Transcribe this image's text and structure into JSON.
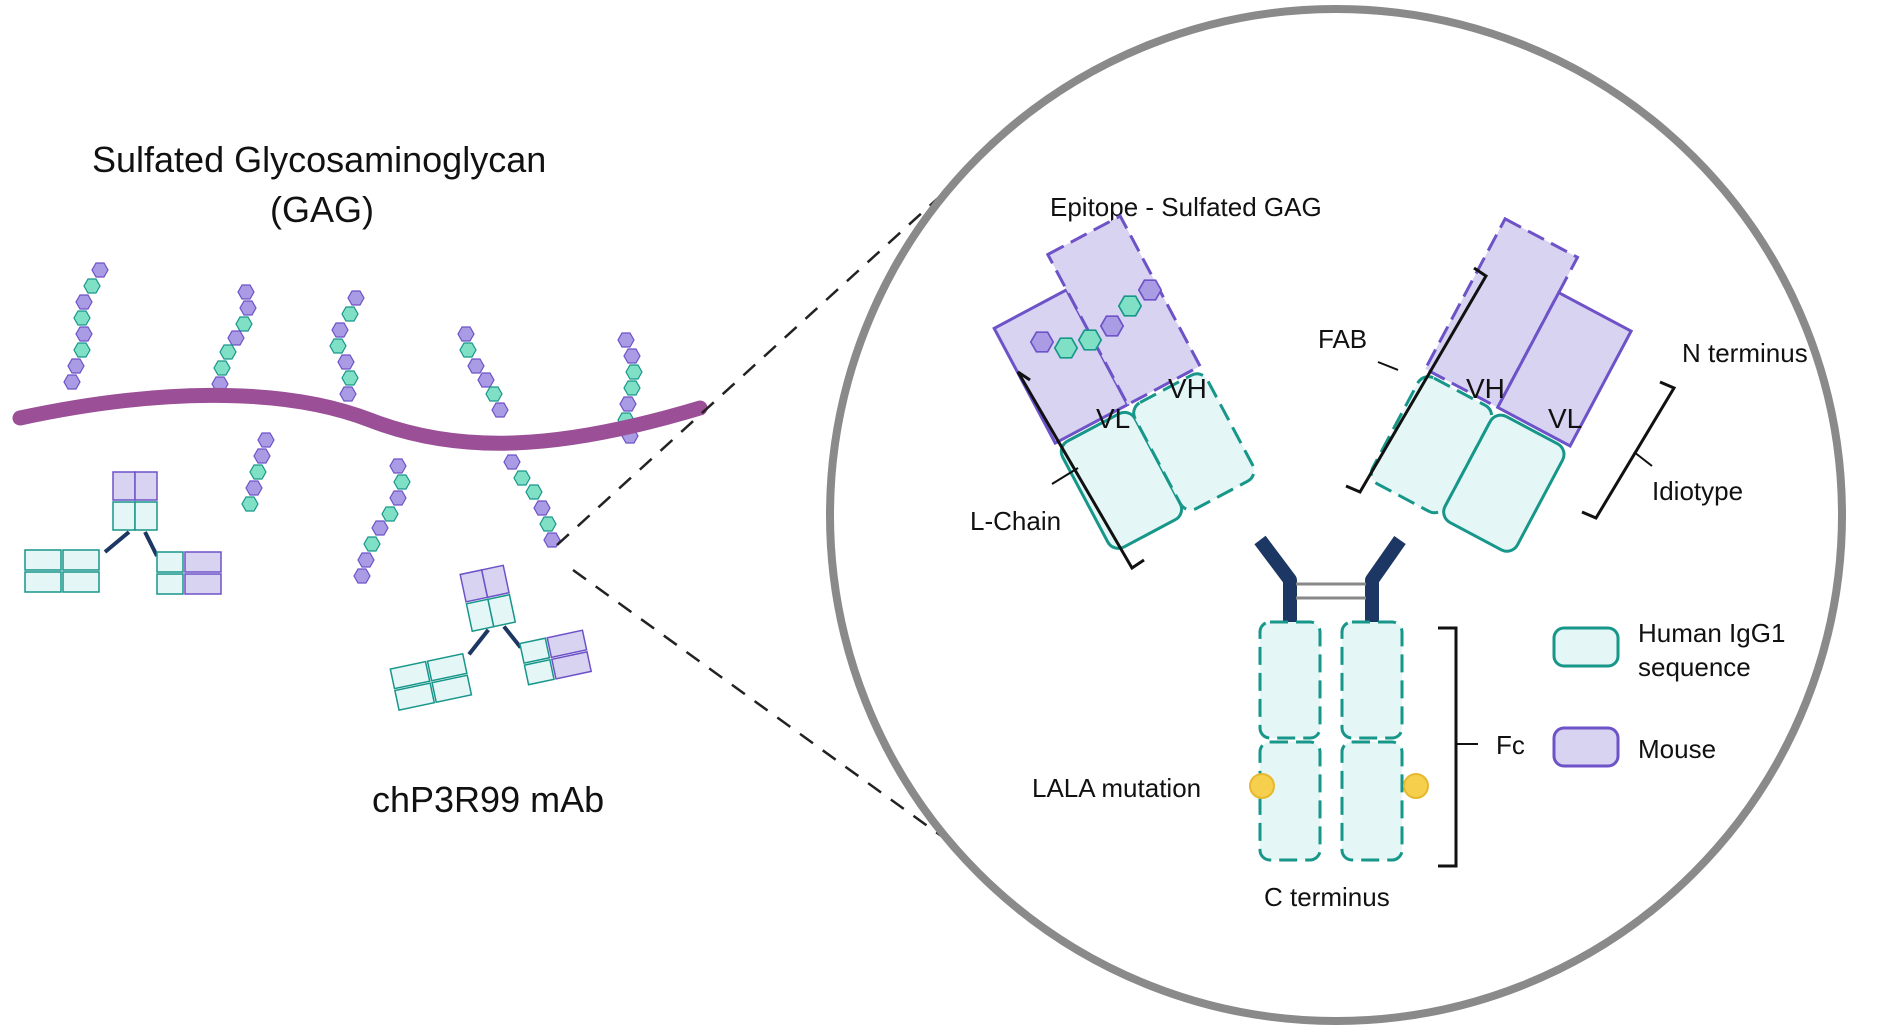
{
  "left_panel": {
    "title_line1": "Sulfated Glycosaminoglycan",
    "title_line2": "(GAG)",
    "antibody_label": "chP3R99 mAb"
  },
  "antibody_diagram": {
    "epitope_label": "Epitope - Sulfated GAG",
    "vl_left": "VL",
    "vh_left": "VH",
    "vh_right": "VH",
    "vl_right": "VL",
    "fab_label": "FAB",
    "n_terminus_label": "N terminus",
    "idiotype_label": "Idiotype",
    "l_chain_label": "L-Chain",
    "fc_label": "Fc",
    "lala_label": "LALA mutation",
    "c_terminus_label": "C terminus"
  },
  "legend": {
    "human_line1": "Human IgG1",
    "human_line2": "sequence",
    "mouse": "Mouse"
  },
  "colors": {
    "human_fill": "#e4f7f6",
    "human_stroke": "#17968a",
    "mouse_fill": "#d9d3f2",
    "mouse_stroke": "#6d52c8",
    "gag_backbone": "#9a4f97",
    "hinge": "#1c3763",
    "lala": "#f6cf4c",
    "circle": "#8a8a8a"
  }
}
